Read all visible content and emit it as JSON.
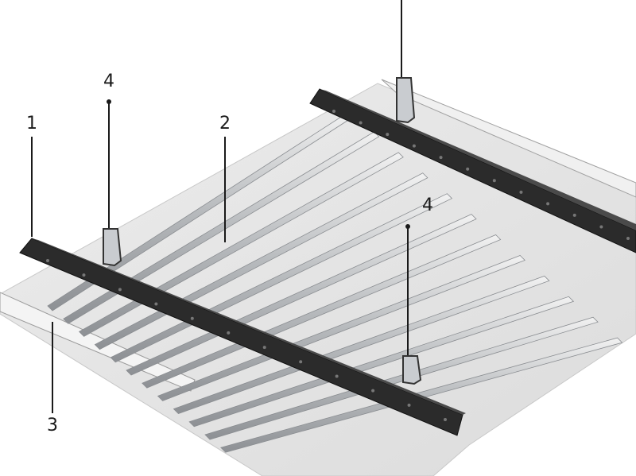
{
  "callouts": {
    "label_1": "1",
    "label_2": "2",
    "label_3": "3",
    "label_4_left": "4",
    "label_4_right": "4"
  },
  "colors": {
    "background": "#ffffff",
    "panel": "#e4e4e4",
    "slat": "#b9bcc0",
    "rail": "#2b2b2b",
    "edge_trim": "#d8d8d8",
    "callout_line": "#1a1a1a"
  }
}
